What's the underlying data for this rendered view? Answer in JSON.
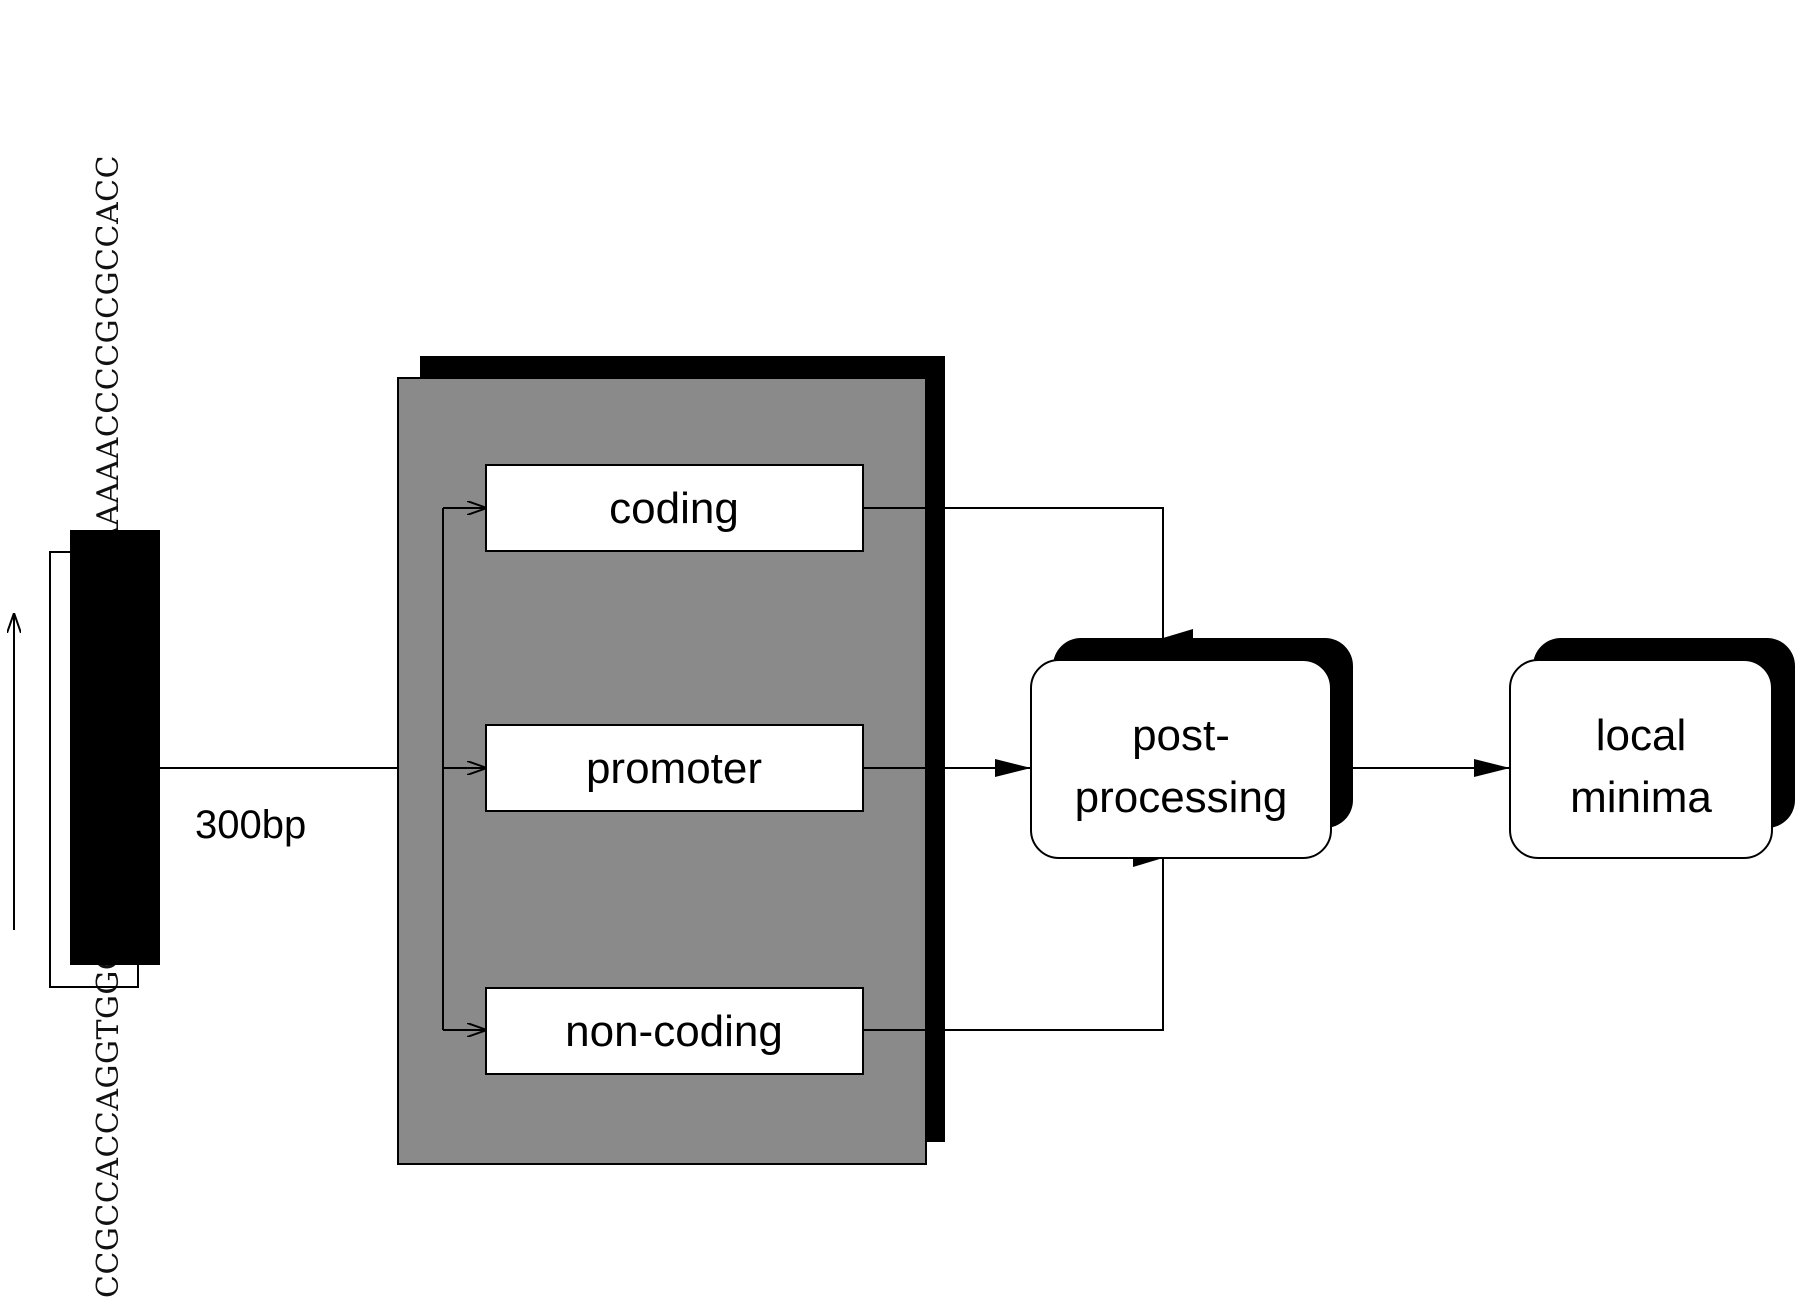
{
  "sequence": "CCGCCACCAGGTGGCACCCAACATCCATTATGGAAAAACCCCGCGCCACC",
  "window_label": "300bp",
  "classifiers": [
    "coding",
    "promoter",
    "non-coding"
  ],
  "postprocessing_label_line1": "post-",
  "postprocessing_label_line2": "processing",
  "minima_label_line1": "local",
  "minima_label_line2": "minima",
  "colors": {
    "panel": "#8a8a8a",
    "shadow": "#000000",
    "box": "#ffffff"
  }
}
